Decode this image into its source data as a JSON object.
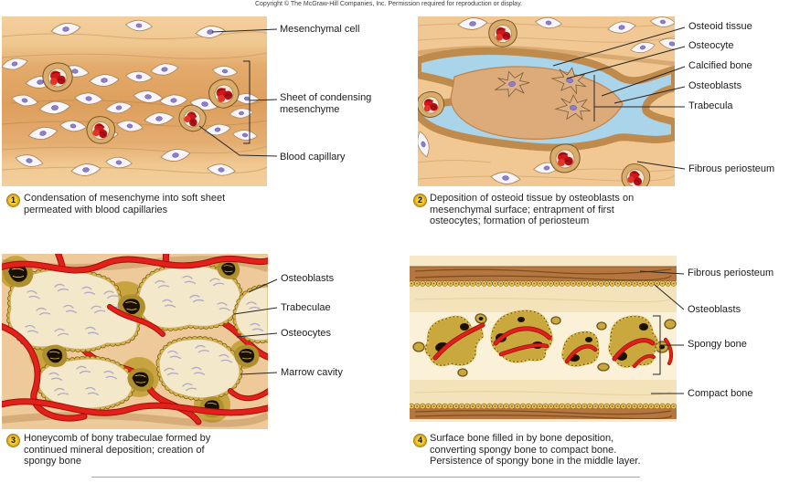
{
  "figure": {
    "copyright": "Copyright © The McGraw-Hill Companies, Inc. Permission required for reproduction or display.",
    "steps": [
      {
        "num": "1",
        "caption": "Condensation of mesenchyme into soft sheet permeated with blood capillaries",
        "labels": [
          "Mesenchymal cell",
          "Sheet of condensing mesenchyme",
          "Blood capillary"
        ]
      },
      {
        "num": "2",
        "caption": "Deposition of osteoid tissue by osteoblasts on mesenchymal surface; entrapment of first osteocytes; formation of periosteum",
        "labels": [
          "Osteoid tissue",
          "Osteocyte",
          "Calcified bone",
          "Osteoblasts",
          "Trabecula",
          "Fibrous periosteum"
        ]
      },
      {
        "num": "3",
        "caption": "Honeycomb of bony trabeculae formed by continued mineral deposition; creation of spongy bone",
        "labels": [
          "Osteoblasts",
          "Trabeculae",
          "Osteocytes",
          "Marrow cavity"
        ]
      },
      {
        "num": "4",
        "caption": "Surface bone filled in by bone deposition, converting spongy bone to compact bone. Persistence of spongy bone in the middle layer.",
        "labels": [
          "Fibrous periosteum",
          "Osteoblasts",
          "Spongy bone",
          "Compact bone"
        ]
      }
    ],
    "colors": {
      "badge_gold": "#f6cd35",
      "capillary_red": "#d2161c",
      "osteoid_blue": "#a9d4e9",
      "mesenchyme_tan": "#dd9f5d",
      "bone_cream": "#f4e8ca",
      "osteoblast_yellow": "#ecc255",
      "marrow_black": "#1a1003",
      "periosteum_brown": "#b5773f"
    }
  }
}
